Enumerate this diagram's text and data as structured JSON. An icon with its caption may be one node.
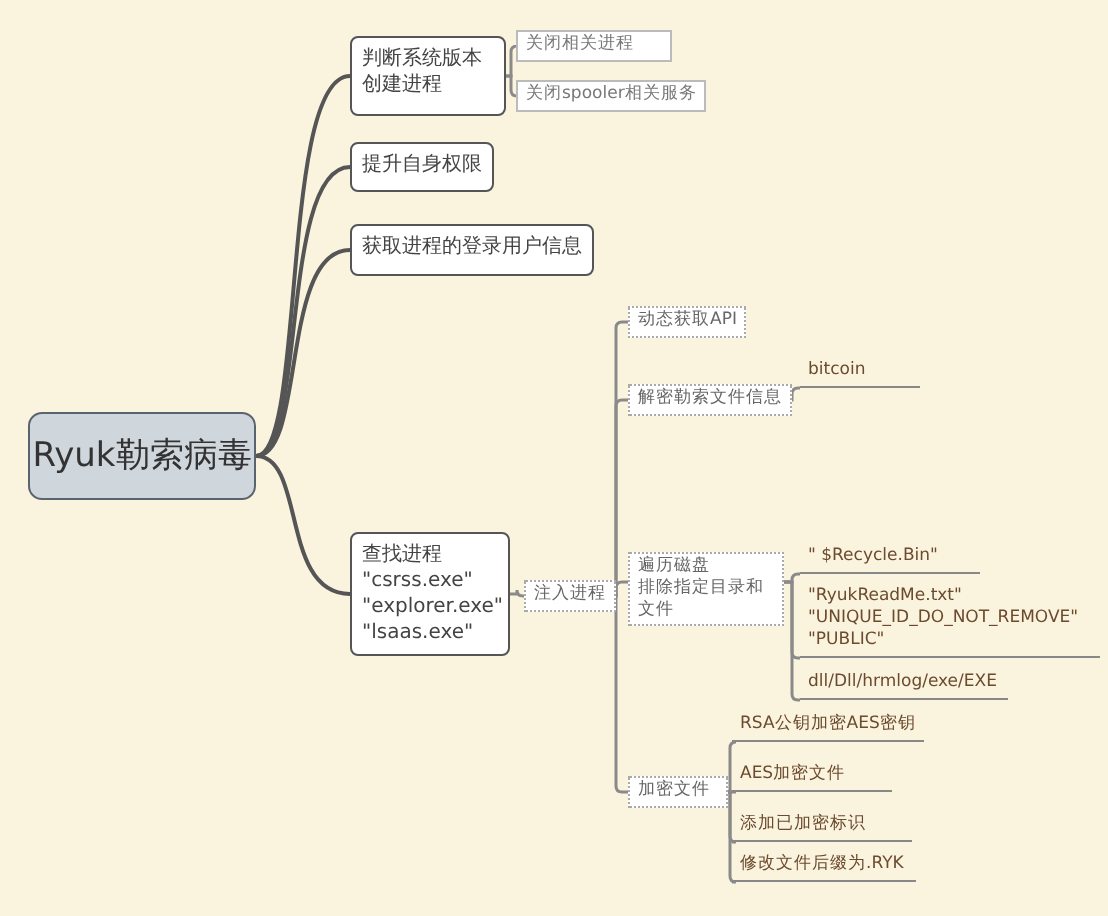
{
  "diagram": {
    "nodes": [
      {
        "text": [
          "Ryuk勒索病毒"
        ]
      },
      {
        "text": [
          "判断系统版本创建进程"
        ]
      },
      {
        "text": [
          "关闭相关进程"
        ]
      },
      {
        "text": [
          "关闭spooler相关服务"
        ]
      },
      {
        "text": [
          "提升自身权限"
        ]
      },
      {
        "text": [
          "获取进程的登录用户信息"
        ]
      },
      {
        "text": [
          "查找进程",
          "\"csrss.exe\" \"explorer.exe\" \"lsaas.exe\""
        ]
      },
      {
        "text": [
          "注入进程"
        ]
      },
      {
        "text": [
          "动态获取API"
        ]
      },
      {
        "text": [
          "解密勒索文件信息"
        ]
      },
      {
        "text": [
          "bitcoin"
        ]
      },
      {
        "text": [
          "遍历磁盘排除指定目录和文件"
        ]
      },
      {
        "text": [
          "\" $Recycle.Bin\""
        ]
      },
      {
        "text": [
          "\"RyukReadMe.txt\" \"UNIQUE_ID_DO_NOT_REMOVE\" \"PUBLIC\""
        ]
      },
      {
        "text": [
          "dll/Dll/hrmlog/exe/EXE"
        ]
      },
      {
        "text": [
          "加密文件"
        ]
      },
      {
        "text": [
          "RSA公钥加密AES密钥"
        ]
      },
      {
        "text": [
          "AES加密文件"
        ]
      },
      {
        "text": [
          "添加已加密标识"
        ]
      },
      {
        "text": [
          "修改文件后缀为.RYK"
        ]
      }
    ],
    "edges": [
      {
        "from": 0,
        "to": 1,
        "arrow": "none"
      },
      {
        "from": 0,
        "to": 4,
        "arrow": "none"
      },
      {
        "from": 0,
        "to": 5,
        "arrow": "none"
      },
      {
        "from": 0,
        "to": 6,
        "arrow": "none"
      },
      {
        "from": 1,
        "to": 2,
        "arrow": "none"
      },
      {
        "from": 1,
        "to": 3,
        "arrow": "none"
      },
      {
        "from": 6,
        "to": 7,
        "arrow": "none"
      },
      {
        "from": 7,
        "to": 8,
        "arrow": "none"
      },
      {
        "from": 7,
        "to": 9,
        "arrow": "none"
      },
      {
        "from": 7,
        "to": 11,
        "arrow": "none"
      },
      {
        "from": 7,
        "to": 15,
        "arrow": "none"
      },
      {
        "from": 9,
        "to": 10,
        "arrow": "none"
      },
      {
        "from": 11,
        "to": 12,
        "arrow": "none"
      },
      {
        "from": 11,
        "to": 13,
        "arrow": "none"
      },
      {
        "from": 11,
        "to": 14,
        "arrow": "none"
      },
      {
        "from": 15,
        "to": 16,
        "arrow": "none"
      },
      {
        "from": 15,
        "to": 17,
        "arrow": "none"
      },
      {
        "from": 15,
        "to": 18,
        "arrow": "none"
      },
      {
        "from": 15,
        "to": 19,
        "arrow": "none"
      }
    ]
  }
}
